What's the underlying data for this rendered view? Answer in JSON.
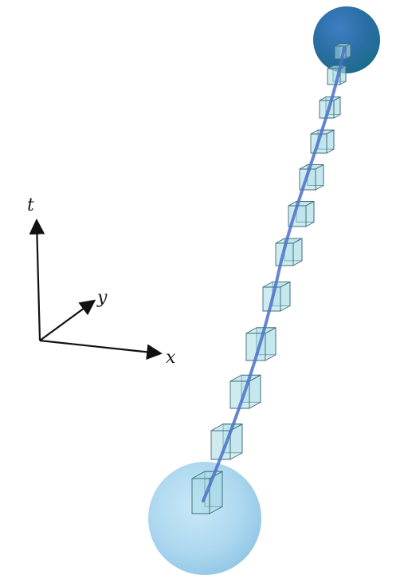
{
  "axes": {
    "t_label": "t",
    "x_label": "x",
    "y_label": "y"
  },
  "colors": {
    "box_fill": "#a8dae4",
    "box_stroke": "#3d6d79",
    "path": "#4a72c8",
    "start_sphere": "#9ed0ea",
    "end_sphere_light": "#3f7fc4",
    "end_sphere_dark": "#1d6c8c"
  }
}
